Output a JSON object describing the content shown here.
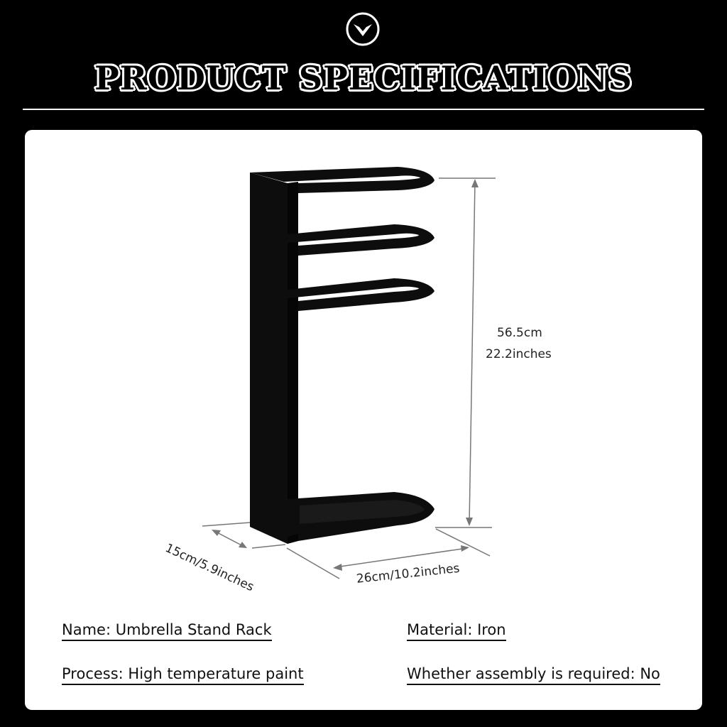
{
  "header": {
    "badge_icon": "chevron-down-circle-icon",
    "title": "PRODUCT SPECIFICATIONS"
  },
  "dimensions": {
    "height_cm": "56.5cm",
    "height_in": "22.2inches",
    "depth": "15cm/5.9inches",
    "width": "26cm/10.2inches"
  },
  "specs": {
    "name": "Name: Umbrella Stand Rack",
    "material": "Material: Iron",
    "process": "Process: High temperature paint",
    "assembly": "Whether assembly is required: No"
  },
  "colors": {
    "background": "#000000",
    "card": "#ffffff",
    "product": "#0d0d0d",
    "dimension_line": "#777777"
  }
}
